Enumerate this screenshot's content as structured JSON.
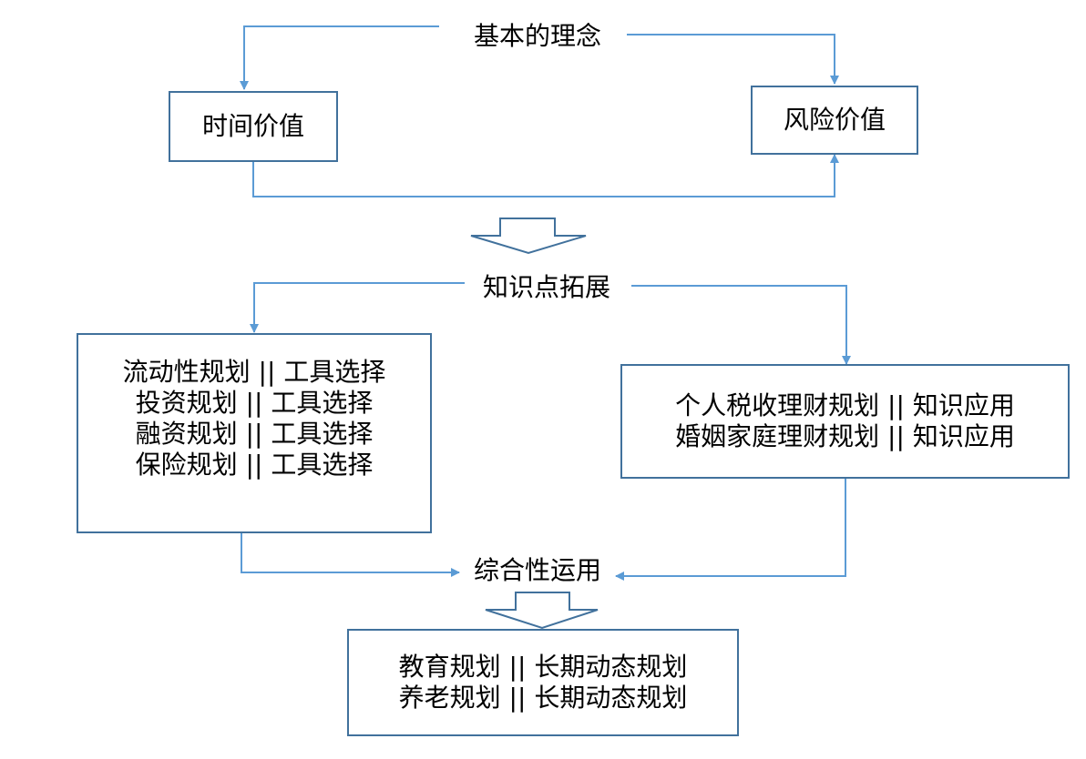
{
  "top_label": "基本的理念",
  "time_value": "时间价值",
  "risk_value": "风险价值",
  "expand_label": "知识点拓展",
  "left_box": [
    "流动性规划 || 工具选择",
    "投资规划 || 工具选择",
    "融资规划 || 工具选择",
    "保险规划 || 工具选择"
  ],
  "right_box": [
    "个人税收理财规划 || 知识应用",
    "婚姻家庭理财规划 || 知识应用"
  ],
  "combined_label": "综合性运用",
  "bottom_box": [
    "教育规划 || 长期动态规划",
    "养老规划 || 长期动态规划"
  ],
  "colors": {
    "line": "#5b9bd5",
    "border": "#41719c"
  }
}
